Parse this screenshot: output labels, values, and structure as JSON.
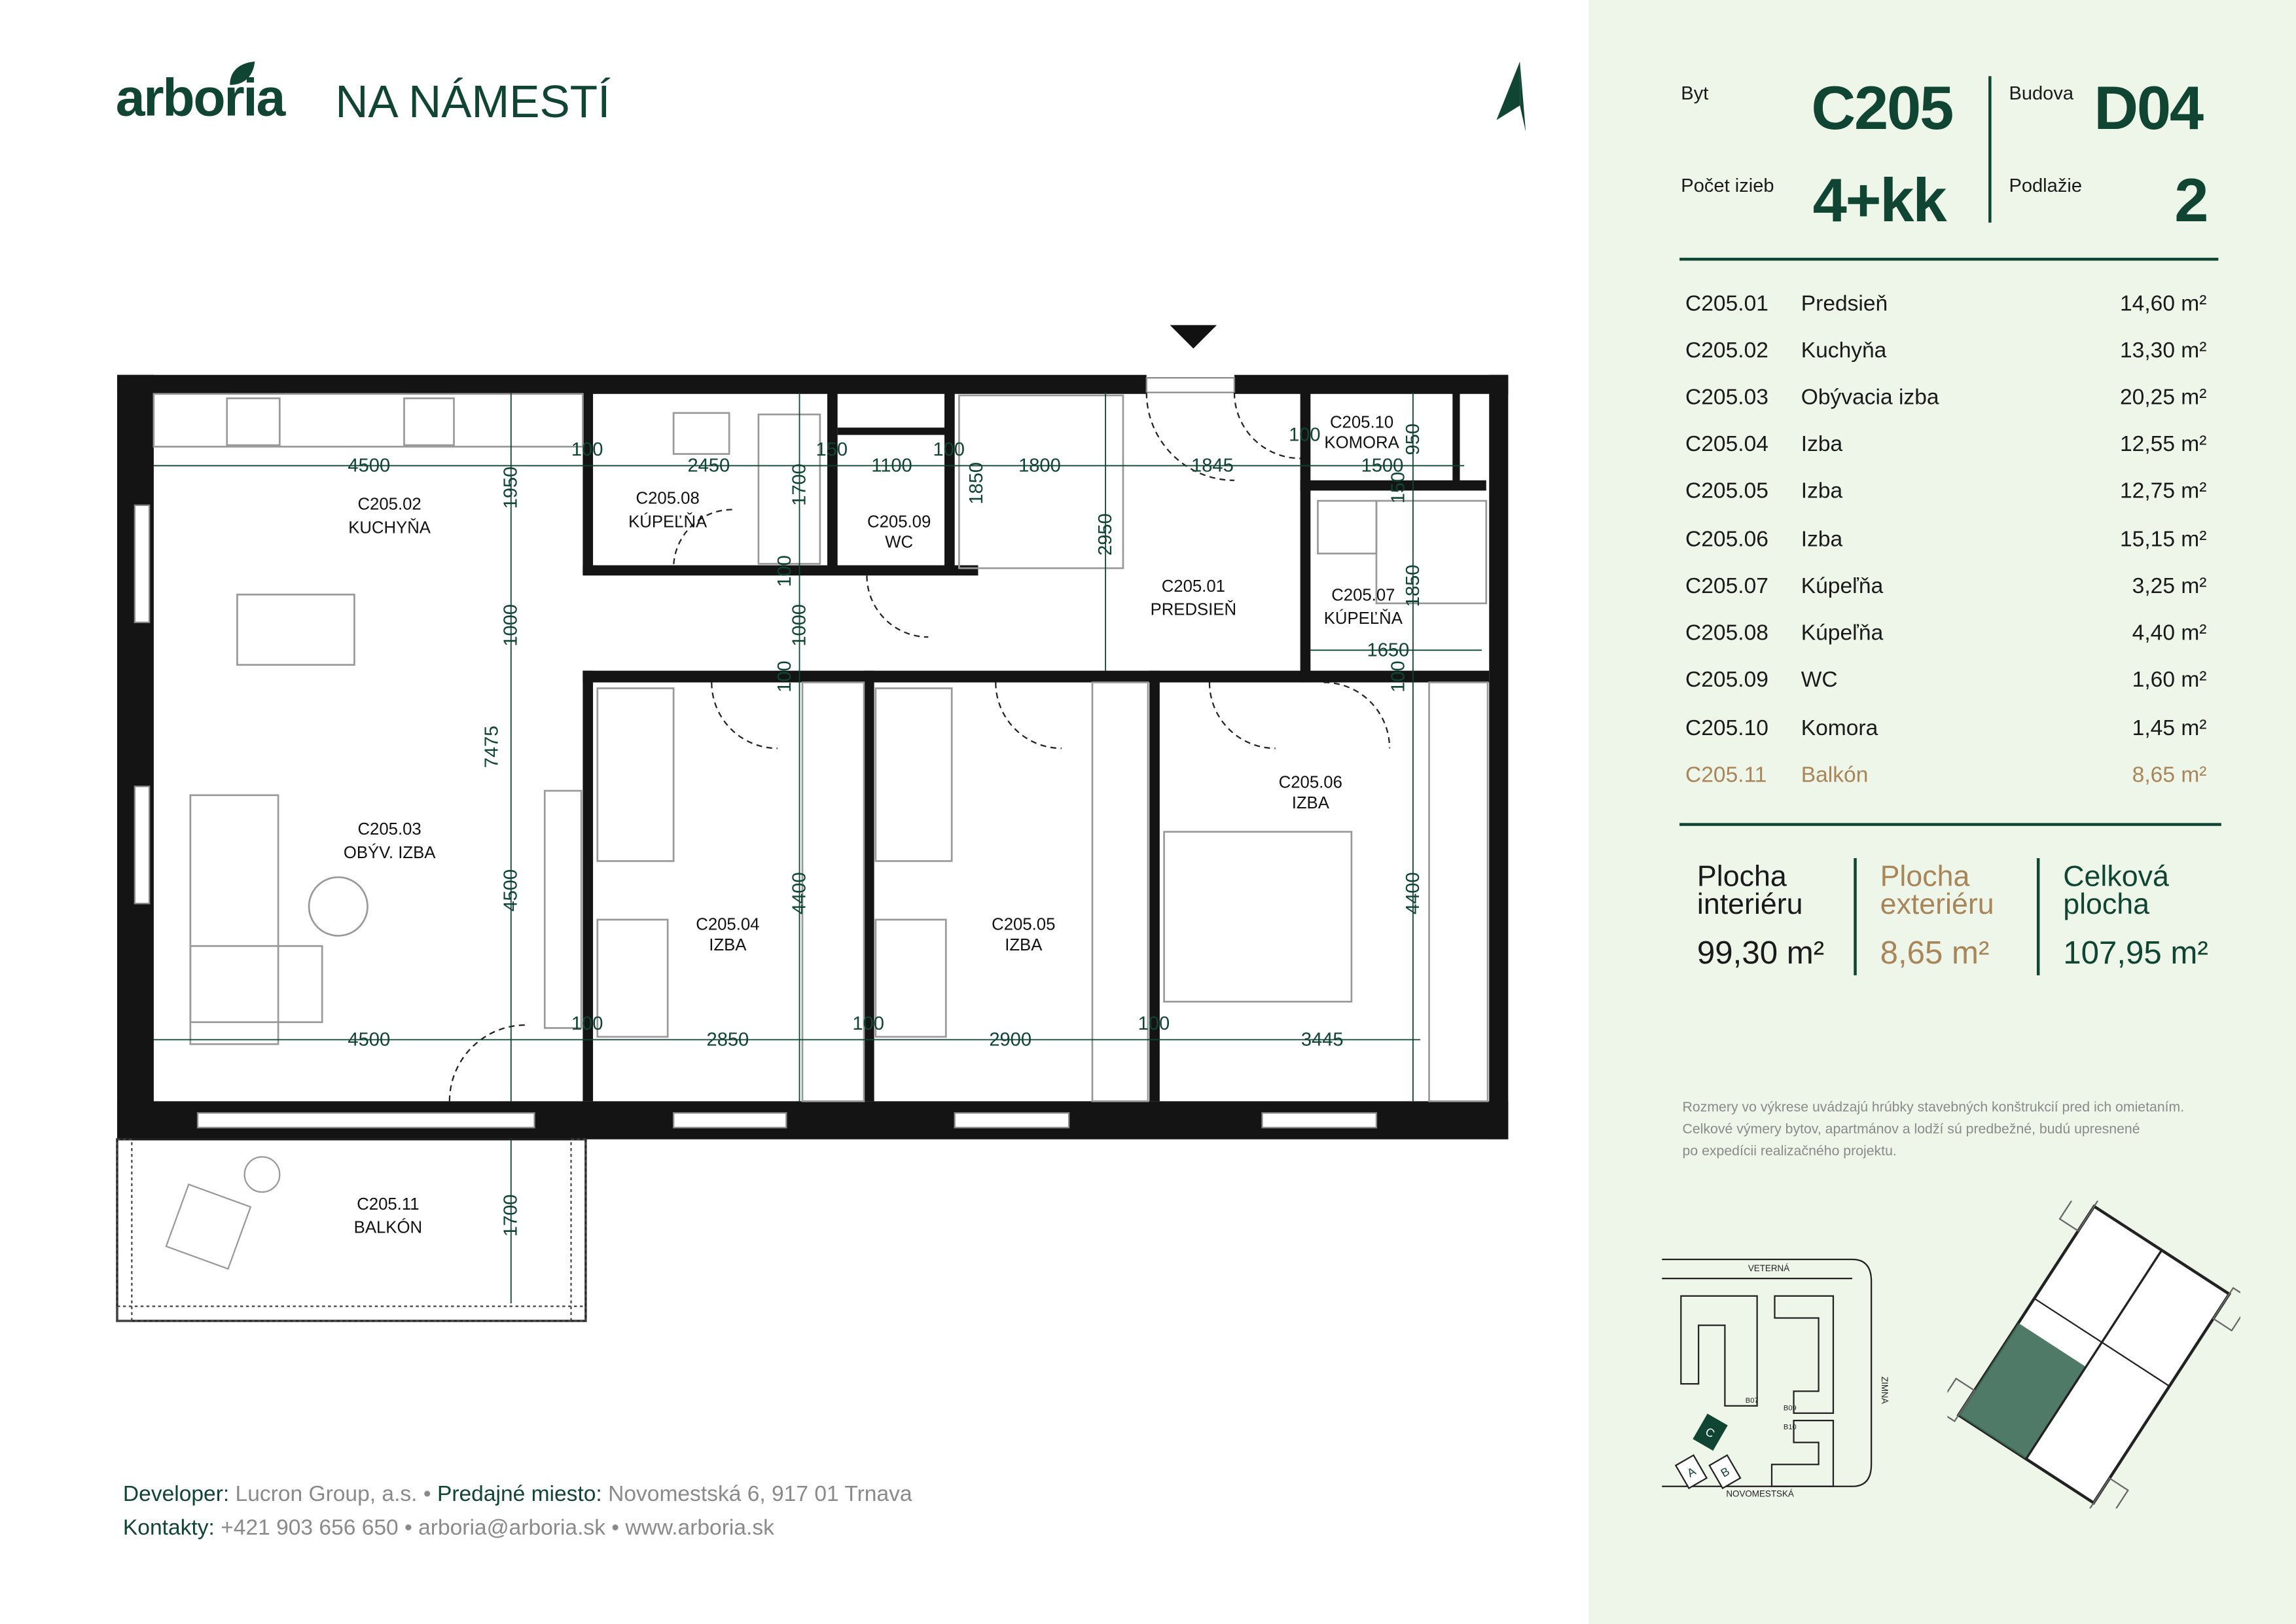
{
  "header": {
    "brand": "arboria",
    "project": "NA NÁMESTÍ"
  },
  "info": {
    "byt_label": "Byt",
    "byt_value": "C205",
    "budova_label": "Budova",
    "budova_value": "D04",
    "izby_label": "Počet izieb",
    "izby_value": "4+kk",
    "podlazie_label": "Podlažie",
    "podlazie_value": "2"
  },
  "rooms": [
    {
      "code": "C205.01",
      "name": "Predsieň",
      "area": "14,60 m²"
    },
    {
      "code": "C205.02",
      "name": "Kuchyňa",
      "area": "13,30 m²"
    },
    {
      "code": "C205.03",
      "name": "Obývacia izba",
      "area": "20,25 m²"
    },
    {
      "code": "C205.04",
      "name": "Izba",
      "area": "12,55 m²"
    },
    {
      "code": "C205.05",
      "name": "Izba",
      "area": "12,75 m²"
    },
    {
      "code": "C205.06",
      "name": "Izba",
      "area": "15,15 m²"
    },
    {
      "code": "C205.07",
      "name": "Kúpeľňa",
      "area": "3,25 m²"
    },
    {
      "code": "C205.08",
      "name": "Kúpeľňa",
      "area": "4,40 m²"
    },
    {
      "code": "C205.09",
      "name": "WC",
      "area": "1,60 m²"
    },
    {
      "code": "C205.10",
      "name": "Komora",
      "area": "1,45 m²"
    },
    {
      "code": "C205.11",
      "name": "Balkón",
      "area": "8,65 m²"
    }
  ],
  "summary": {
    "interior_l1": "Plocha",
    "interior_l2": "interiéru",
    "interior_value": "99,30 m²",
    "exterior_l1": "Plocha",
    "exterior_l2": "exteriéru",
    "exterior_value": "8,65 m²",
    "total_l1": "Celková",
    "total_l2": "plocha",
    "total_value": "107,95 m²"
  },
  "disclaimer": [
    "Rozmery vo výkrese uvádzajú hrúbky stavebných konštrukcií pred ich omietaním.",
    "Celkové výmery bytov, apartmánov a lodží sú predbežné, budú upresnené",
    "po expedícii realizačného projektu."
  ],
  "footer": {
    "developer_label": "Developer:",
    "developer_value": "Lucron Group, a.s.",
    "sep": "•",
    "sales_label": "Predajné miesto:",
    "sales_value": "Novomestská 6, 917 01  Trnava",
    "contact_label": "Kontakty:",
    "contact_value": "+421 903 656 650 • arboria@arboria.sk • www.arboria.sk"
  },
  "plan": {
    "labels": {
      "r02c": "C205.02",
      "r02n": "KUCHYŇA",
      "r03c": "C205.03",
      "r03n": "OBÝV. IZBA",
      "r08c": "C205.08",
      "r08n": "KÚPEĽŇA",
      "r09c": "C205.09",
      "r09n": "WC",
      "r10c": "C205.10",
      "r10n": "KOMORA",
      "r01c": "C205.01",
      "r01n": "PREDSIEŇ",
      "r07c": "C205.07",
      "r07n": "KÚPEĽŇA",
      "r04c": "C205.04",
      "r04n": "IZBA",
      "r05c": "C205.05",
      "r05n": "IZBA",
      "r06c": "C205.06",
      "r06n": "IZBA",
      "r11c": "C205.11",
      "r11n": "BALKÓN"
    },
    "dims": [
      "4500",
      "100",
      "2450",
      "150",
      "1100",
      "100",
      "1800",
      "1845",
      "100",
      "1500",
      "1650",
      "4500",
      "100",
      "2850",
      "100",
      "2900",
      "100",
      "3445",
      "1950",
      "1000",
      "7475",
      "4500",
      "1700",
      "100",
      "1000",
      "100",
      "1850",
      "2950",
      "950",
      "150",
      "1850",
      "100",
      "4400",
      "4400",
      "1700"
    ]
  },
  "sitemap": {
    "street_n": "VETERNÁ",
    "street_e": "ZIMNÁ",
    "street_s": "NOVOMESTSKÁ",
    "b07": "B07",
    "b09": "B09",
    "b10": "B10",
    "a": "A",
    "b": "B",
    "c": "C"
  },
  "colors": {
    "brand_green": "#0f4532",
    "exterior_gold": "#a8865a",
    "panel_bg": "#eef6ea",
    "highlight": "#3d6b58"
  },
  "icons": {
    "north": "north-arrow-icon",
    "entrance": "entrance-triangle-icon",
    "logo_leaf": "leaf-icon"
  }
}
